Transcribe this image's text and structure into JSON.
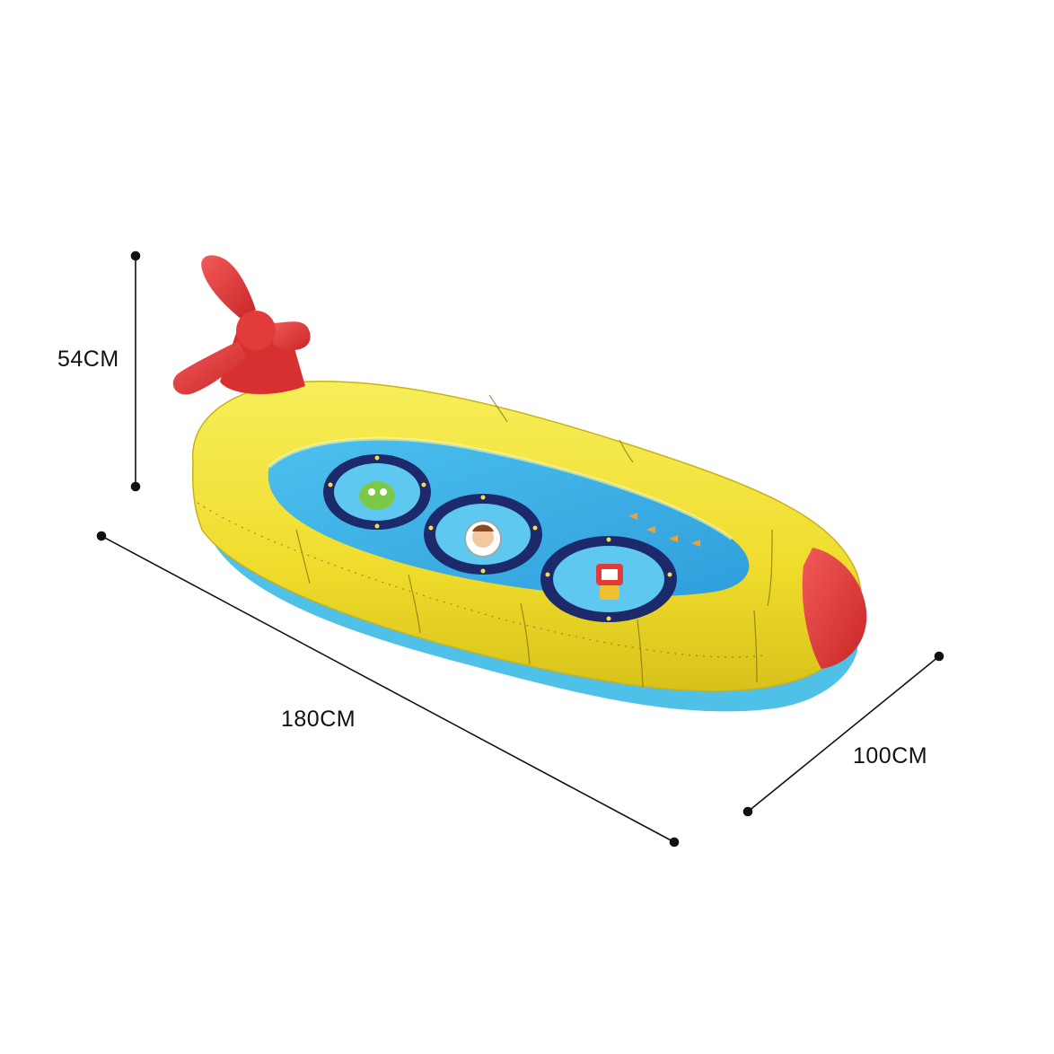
{
  "dimensions": {
    "height_label": "54CM",
    "length_label": "180CM",
    "width_label": "100CM"
  },
  "colors": {
    "body_yellow": "#f2e23a",
    "pool_blue": "#3ab0e8",
    "base_blue": "#4fc0e8",
    "propeller_red": "#e33a3a",
    "porthole_navy": "#1c2a6b",
    "line_black": "#111111"
  },
  "icons": [
    "submarine-pool-image",
    "propeller-icon",
    "porthole-alien-icon",
    "porthole-astronaut-icon",
    "porthole-robot-icon"
  ]
}
